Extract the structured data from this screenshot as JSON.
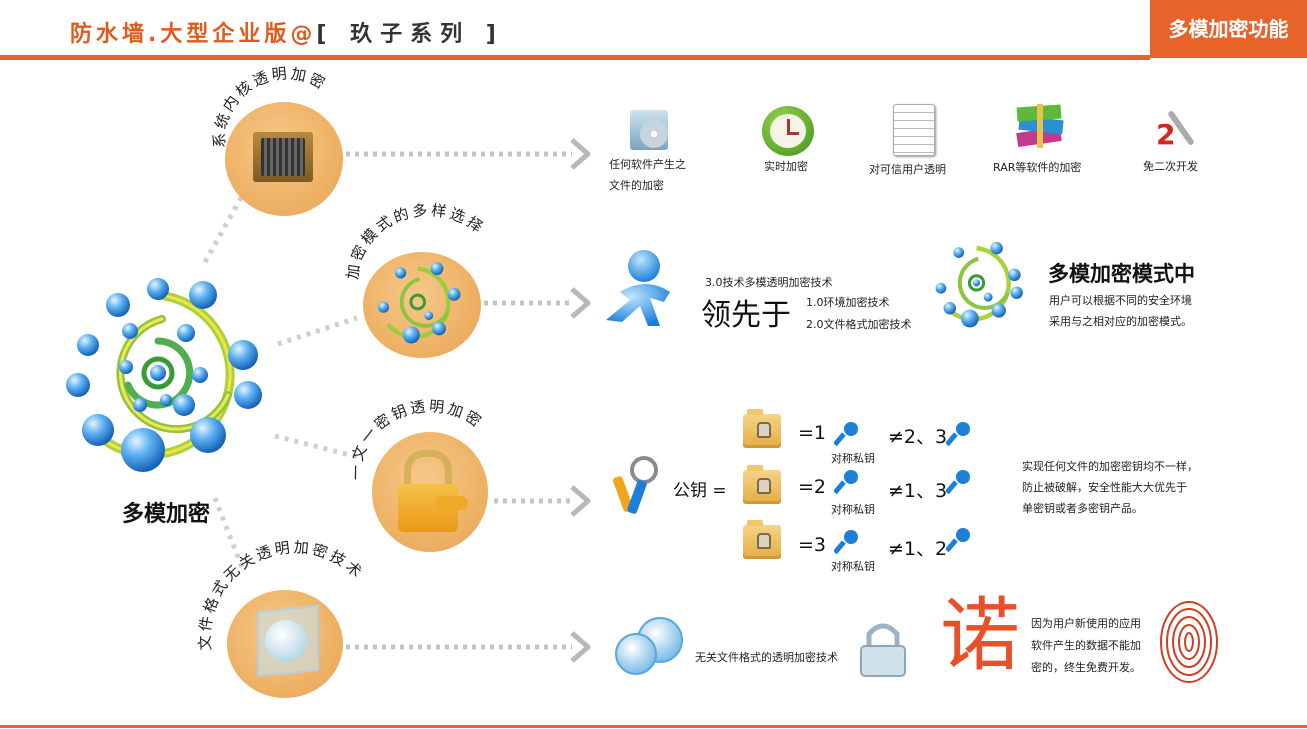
{
  "header": {
    "title_part1": "防水墙.大型企业版@",
    "title_part2": "[ 玖子系列 ]",
    "badge": "多模加密功能"
  },
  "center": {
    "label": "多模加密"
  },
  "nodes": [
    {
      "label": "系统内核透明加密"
    },
    {
      "label": "加密模式的多样选择"
    },
    {
      "label": "一文一密钥透明加密"
    },
    {
      "label": "文件格式无关透明加密技术"
    }
  ],
  "row1": {
    "items": [
      {
        "icon": "disk-icon",
        "label_line1": "任何软件产生之",
        "label_line2": "文件的加密"
      },
      {
        "icon": "clock-icon",
        "label_line1": "实时加密"
      },
      {
        "icon": "notepad-icon",
        "label_line1": "对可信用户透明"
      },
      {
        "icon": "rar-books-icon",
        "label_line1": "RAR等软件的加密"
      },
      {
        "icon": "wrench-2-icon",
        "label_line1": "免二次开发"
      }
    ]
  },
  "row2": {
    "tech_title": "3.0技术多模透明加密技术",
    "lead_text": "领先于",
    "item1": "1.0环境加密技术",
    "item2": "2.0文件格式加密技术",
    "heading": "多模加密模式中",
    "desc_line1": "用户可以根据不同的安全环境",
    "desc_line2": "采用与之相对应的加密模式。"
  },
  "row3": {
    "public_key_label": "公钥 =",
    "rows": [
      {
        "eq": "=1",
        "neq": "≠2、3",
        "sub": "对称私钥"
      },
      {
        "eq": "=2",
        "neq": "≠1、3",
        "sub": "对称私钥"
      },
      {
        "eq": "=3",
        "neq": "≠1、2",
        "sub": "对称私钥"
      }
    ],
    "desc_line1": "实现任何文件的加密密钥均不一样，",
    "desc_line2": "防止被破解，安全性能大大优先于",
    "desc_line3": "单密钥或者多密钥产品。"
  },
  "row4": {
    "label": "无关文件格式的透明加密技术",
    "promise_char": "诺",
    "desc_line1": "因为用户新使用的应用",
    "desc_line2": "软件产生的数据不能加",
    "desc_line3": "密的，终生免费开发。"
  },
  "colors": {
    "accent": "#e8632a",
    "promise": "#e8502a",
    "key_blue": "#1f7fd6"
  }
}
